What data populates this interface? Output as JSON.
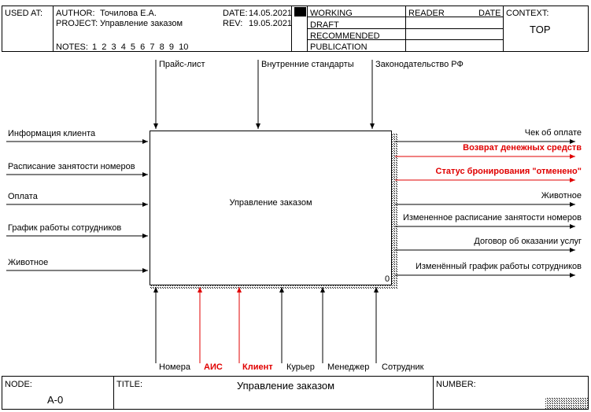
{
  "header": {
    "used_at": "USED AT:",
    "author_label": "AUTHOR:",
    "author": "Точилова Е.А.",
    "project_label": "PROJECT:",
    "project": "Управление заказом",
    "notes_label": "NOTES:",
    "notes": "1  2  3  4  5  6  7  8  9  10",
    "date_label": "DATE:",
    "date": "14.05.2021",
    "rev_label": "REV:",
    "rev": "19.05.2021",
    "status": [
      "WORKING",
      "DRAFT",
      "RECOMMENDED",
      "PUBLICATION"
    ],
    "reader_label": "READER",
    "reader_date_label": "DATE",
    "context_label": "CONTEXT:",
    "context_value": "TOP"
  },
  "activity": {
    "name": "Управление заказом",
    "number": "0"
  },
  "controls": [
    "Прайс-лист",
    "Внутренние стандарты",
    "Законодательство РФ"
  ],
  "inputs": [
    "Информация клиента",
    "Расписание занятости номеров",
    "Оплата",
    "График работы сотрудников",
    "Животное"
  ],
  "outputs": [
    {
      "label": "Чек об оплате",
      "highlight": false
    },
    {
      "label": "Возврат денежных средств",
      "highlight": true
    },
    {
      "label": "Статус бронирования \"отменено\"",
      "highlight": true
    },
    {
      "label": "Животное",
      "highlight": false
    },
    {
      "label": "Измененное расписание занятости номеров",
      "highlight": false
    },
    {
      "label": "Договор об оказании услуг",
      "highlight": false
    },
    {
      "label": "Изменённый график работы сотрудников",
      "highlight": false
    }
  ],
  "mechanisms": [
    {
      "label": "Номера",
      "highlight": false
    },
    {
      "label": "АИС",
      "highlight": true
    },
    {
      "label": "Клиент",
      "highlight": true
    },
    {
      "label": "Курьер",
      "highlight": false
    },
    {
      "label": "Менеджер",
      "highlight": false
    },
    {
      "label": "Сотрудник",
      "highlight": false
    }
  ],
  "footer": {
    "node_label": "NODE:",
    "node": "A-0",
    "title_label": "TITLE:",
    "title": "Управление заказом",
    "number_label": "NUMBER:"
  },
  "colors": {
    "line": "#000000",
    "highlight": "#e00000",
    "background": "#ffffff"
  }
}
